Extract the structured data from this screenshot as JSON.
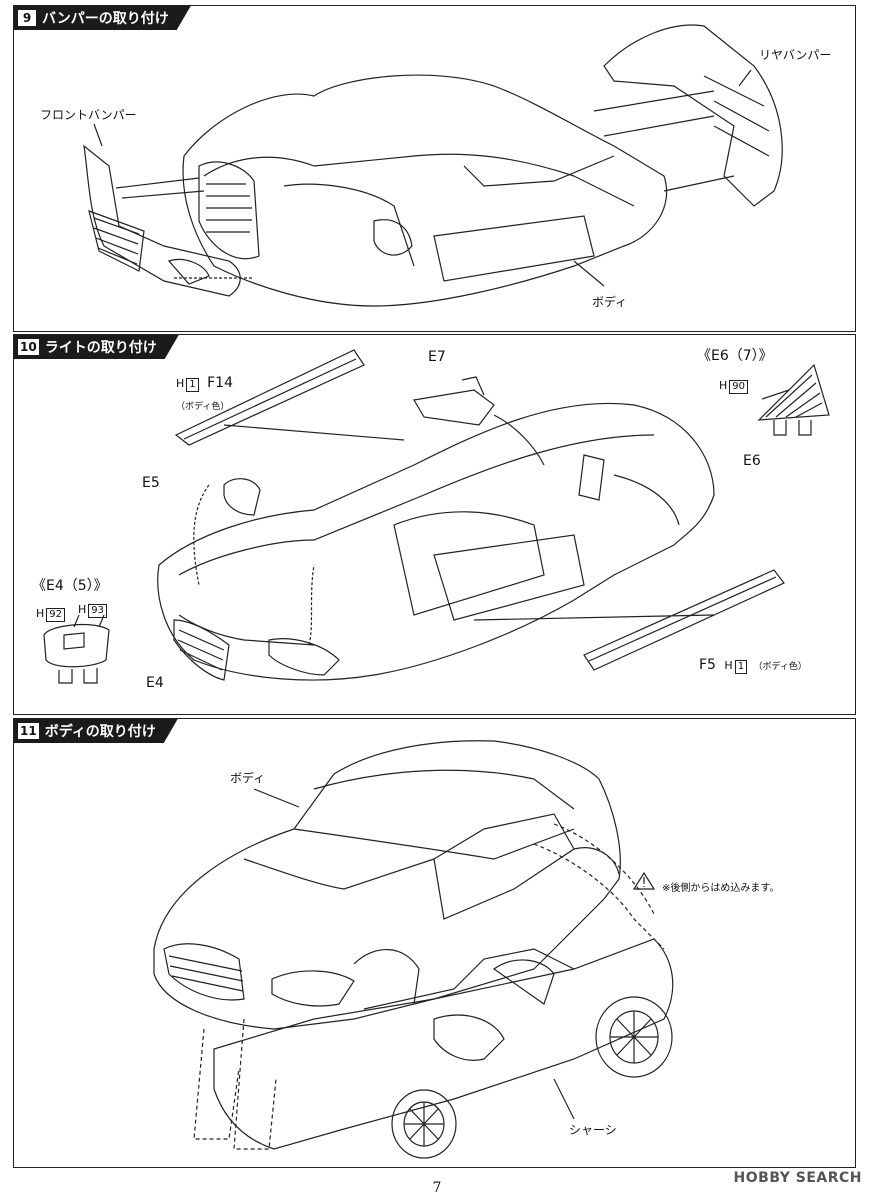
{
  "steps": [
    {
      "num": "9",
      "title": "バンパーの取り付け",
      "labels": {
        "front_bumper": "フロントバンパー",
        "rear_bumper": "リヤバンパー",
        "body": "ボディ"
      }
    },
    {
      "num": "10",
      "title": "ライトの取り付け",
      "labels": {
        "f14": "F14",
        "f14_h": "H",
        "f14_h_box": "1",
        "f14_note": "（ボディ色）",
        "e7": "E7",
        "e6_group": "《E6（7）》",
        "e6_h": "H",
        "e6_h_box": "90",
        "e6": "E6",
        "e5": "E5",
        "e4_group": "《E4（5）》",
        "e4_h1": "H",
        "e4_h1_box": "92",
        "e4_h2": "H",
        "e4_h2_box": "93",
        "e4": "E4",
        "f5": "F5",
        "f5_h": "H",
        "f5_h_box": "1",
        "f5_note": "（ボディ色）"
      }
    },
    {
      "num": "11",
      "title": "ボディの取り付け",
      "labels": {
        "body": "ボディ",
        "chassis": "シャーシ",
        "note": "※後側からはめ込みます。"
      }
    }
  ],
  "page_number": "7",
  "watermark": "HOBBY SEARCH"
}
